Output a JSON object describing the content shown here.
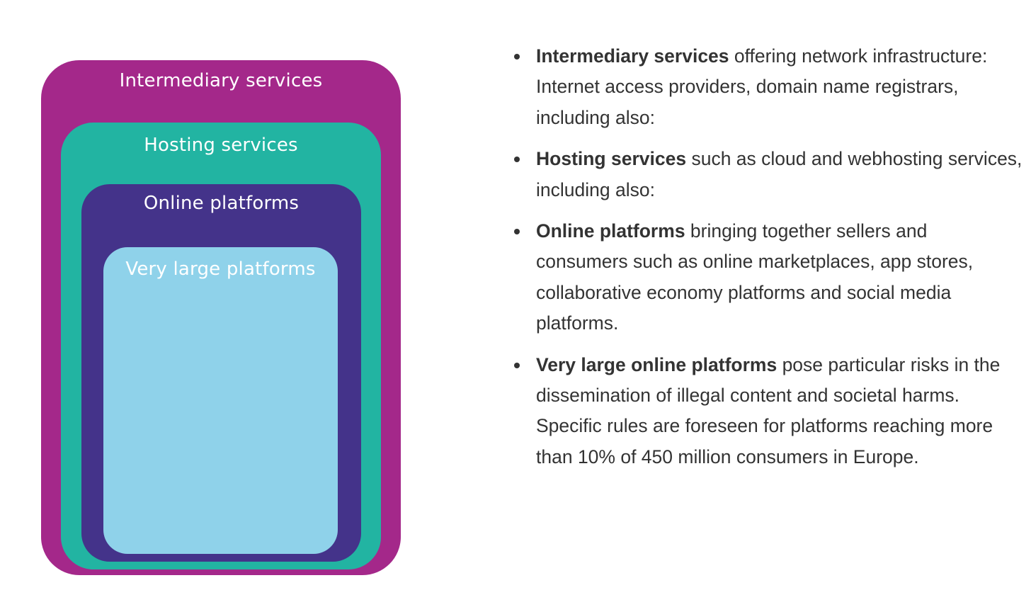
{
  "diagram": {
    "layers": [
      {
        "id": "layer-intermediary",
        "label": "Intermediary services",
        "color": "#a4288a"
      },
      {
        "id": "layer-hosting",
        "label": "Hosting services",
        "color": "#22b4a2"
      },
      {
        "id": "layer-online",
        "label": "Online platforms",
        "color": "#44338a"
      },
      {
        "id": "layer-vlop",
        "label": "Very large platforms",
        "color": "#8fd2ea"
      }
    ]
  },
  "descriptions": [
    {
      "bold": "Intermediary services",
      "text": " offering network infrastructure: Internet access providers, domain name registrars, including also:"
    },
    {
      "bold": "Hosting services",
      "text": " such as cloud and webhosting services, including also:"
    },
    {
      "bold": "Online platforms",
      "text": " bringing together sellers and consumers such as online marketplaces, app stores, collaborative economy platforms and social media platforms."
    },
    {
      "bold": "Very large online platforms",
      "text": " pose particular risks in the dissemination of illegal content and societal harms. Specific rules are foreseen for platforms reaching more than 10% of 450 million consumers in Europe."
    }
  ]
}
